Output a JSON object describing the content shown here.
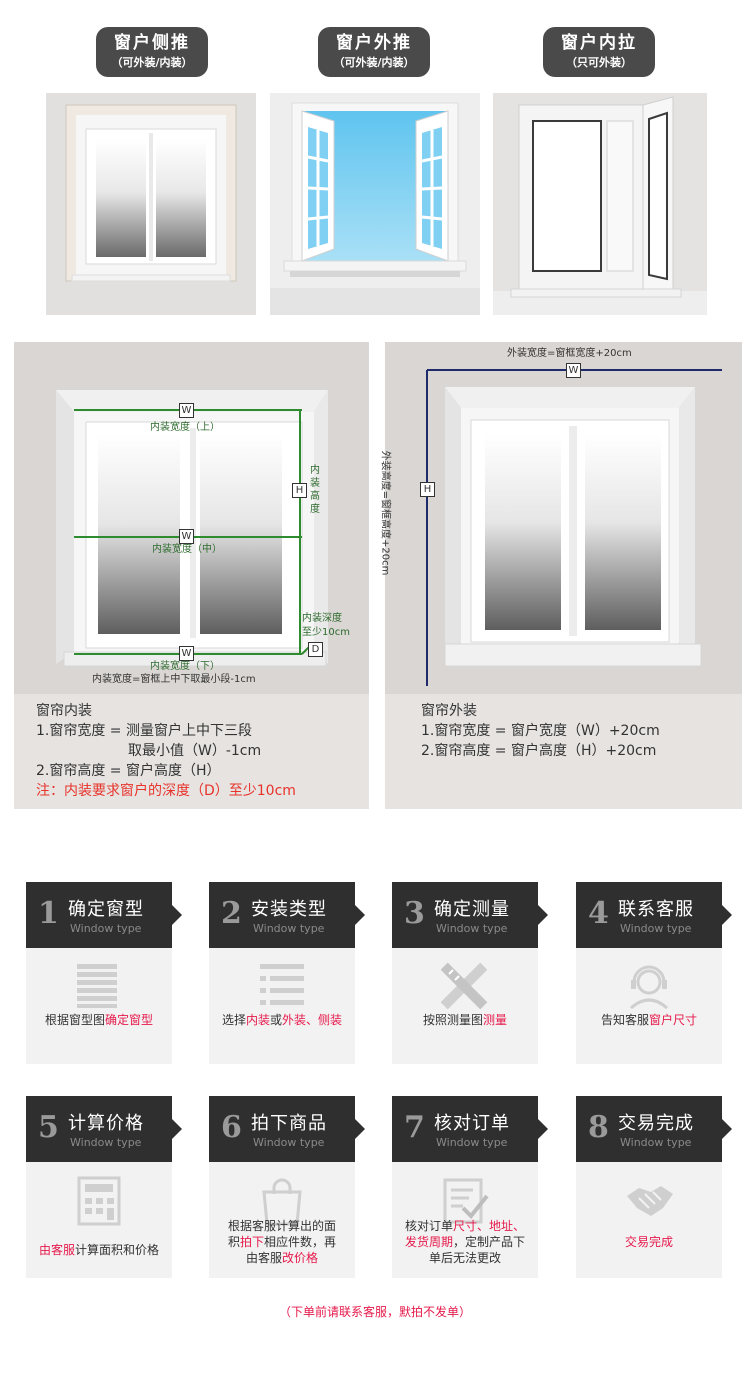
{
  "window_types": [
    {
      "title": "窗户侧推",
      "subtitle": "（可外装/内装）"
    },
    {
      "title": "窗户外推",
      "subtitle": "（可外装/内装）"
    },
    {
      "title": "窗户内拉",
      "subtitle": "（只可外装）"
    }
  ],
  "inside_mount": {
    "labels": {
      "w": "W",
      "h": "H",
      "d": "D",
      "top": "内装宽度（上）",
      "middle": "内装宽度（中）",
      "bottom": "内装宽度（下）",
      "bottom_formula": "内装宽度=窗框上中下取最小段-1cm",
      "height": "内装高度",
      "depth_line1": "内装深度",
      "depth_line2": "至少10cm"
    },
    "text": {
      "title": "窗帘内装",
      "line1": "1.窗帘宽度 = 测量窗户上中下三段",
      "line1b": "取最小值（W）-1cm",
      "line2": "2.窗帘高度 = 窗户高度（H）",
      "note": "注：内装要求窗户的深度（D）至少10cm"
    }
  },
  "outside_mount": {
    "labels": {
      "w": "W",
      "h": "H",
      "width_formula": "外装宽度=窗框宽度+20cm",
      "height_formula": "外装高度=窗框高度+20cm"
    },
    "text": {
      "title": "窗帘外装",
      "line1": "1.窗帘宽度 = 窗户宽度（W）+20cm",
      "line2": "2.窗帘高度 = 窗户高度（H）+20cm"
    }
  },
  "steps": [
    {
      "num": "1",
      "title": "确定窗型",
      "sub": "Window type",
      "icon": "blinds-icon",
      "desc": [
        [
          {
            "t": "根据窗型图"
          },
          {
            "t": "确定窗型",
            "h": true
          }
        ]
      ]
    },
    {
      "num": "2",
      "title": "安装类型",
      "sub": "Window type",
      "icon": "install-icon",
      "desc": [
        [
          {
            "t": "选择"
          },
          {
            "t": "内装",
            "h": true
          },
          {
            "t": "或"
          },
          {
            "t": "外装、侧装",
            "h": true
          }
        ]
      ]
    },
    {
      "num": "3",
      "title": "确定测量",
      "sub": "Window type",
      "icon": "ruler-pencil-icon",
      "desc": [
        [
          {
            "t": "按照测量图"
          },
          {
            "t": "测量",
            "h": true
          }
        ]
      ]
    },
    {
      "num": "4",
      "title": "联系客服",
      "sub": "Window type",
      "icon": "customer-service-icon",
      "desc": [
        [
          {
            "t": "告知客服"
          },
          {
            "t": "窗户尺寸",
            "h": true
          }
        ]
      ]
    },
    {
      "num": "5",
      "title": "计算价格",
      "sub": "Window type",
      "icon": "calculator-icon",
      "desc": [
        [
          {
            "t": "由客服",
            "h": true
          },
          {
            "t": "计算面积和价格"
          }
        ]
      ]
    },
    {
      "num": "6",
      "title": "拍下商品",
      "sub": "Window type",
      "icon": "shopping-bag-icon",
      "desc": [
        [
          {
            "t": "根据客服计算出的面"
          }
        ],
        [
          {
            "t": "积"
          },
          {
            "t": "拍下",
            "h": true
          },
          {
            "t": "相应件数，再"
          }
        ],
        [
          {
            "t": "由客服"
          },
          {
            "t": "改价格",
            "h": true
          }
        ]
      ]
    },
    {
      "num": "7",
      "title": "核对订单",
      "sub": "Window type",
      "icon": "order-check-icon",
      "desc": [
        [
          {
            "t": "核对订单"
          },
          {
            "t": "尺寸、地址、",
            "h": true
          }
        ],
        [
          {
            "t": "发货周期",
            "h": true
          },
          {
            "t": "，定制产品下"
          }
        ],
        [
          {
            "t": "单后无法更改"
          }
        ]
      ]
    },
    {
      "num": "8",
      "title": "交易完成",
      "sub": "Window type",
      "icon": "handshake-icon",
      "desc": [
        [
          {
            "t": "交易完成",
            "h": true
          }
        ]
      ]
    }
  ],
  "footer_note": "（下单前请联系客服，默拍不发单）"
}
